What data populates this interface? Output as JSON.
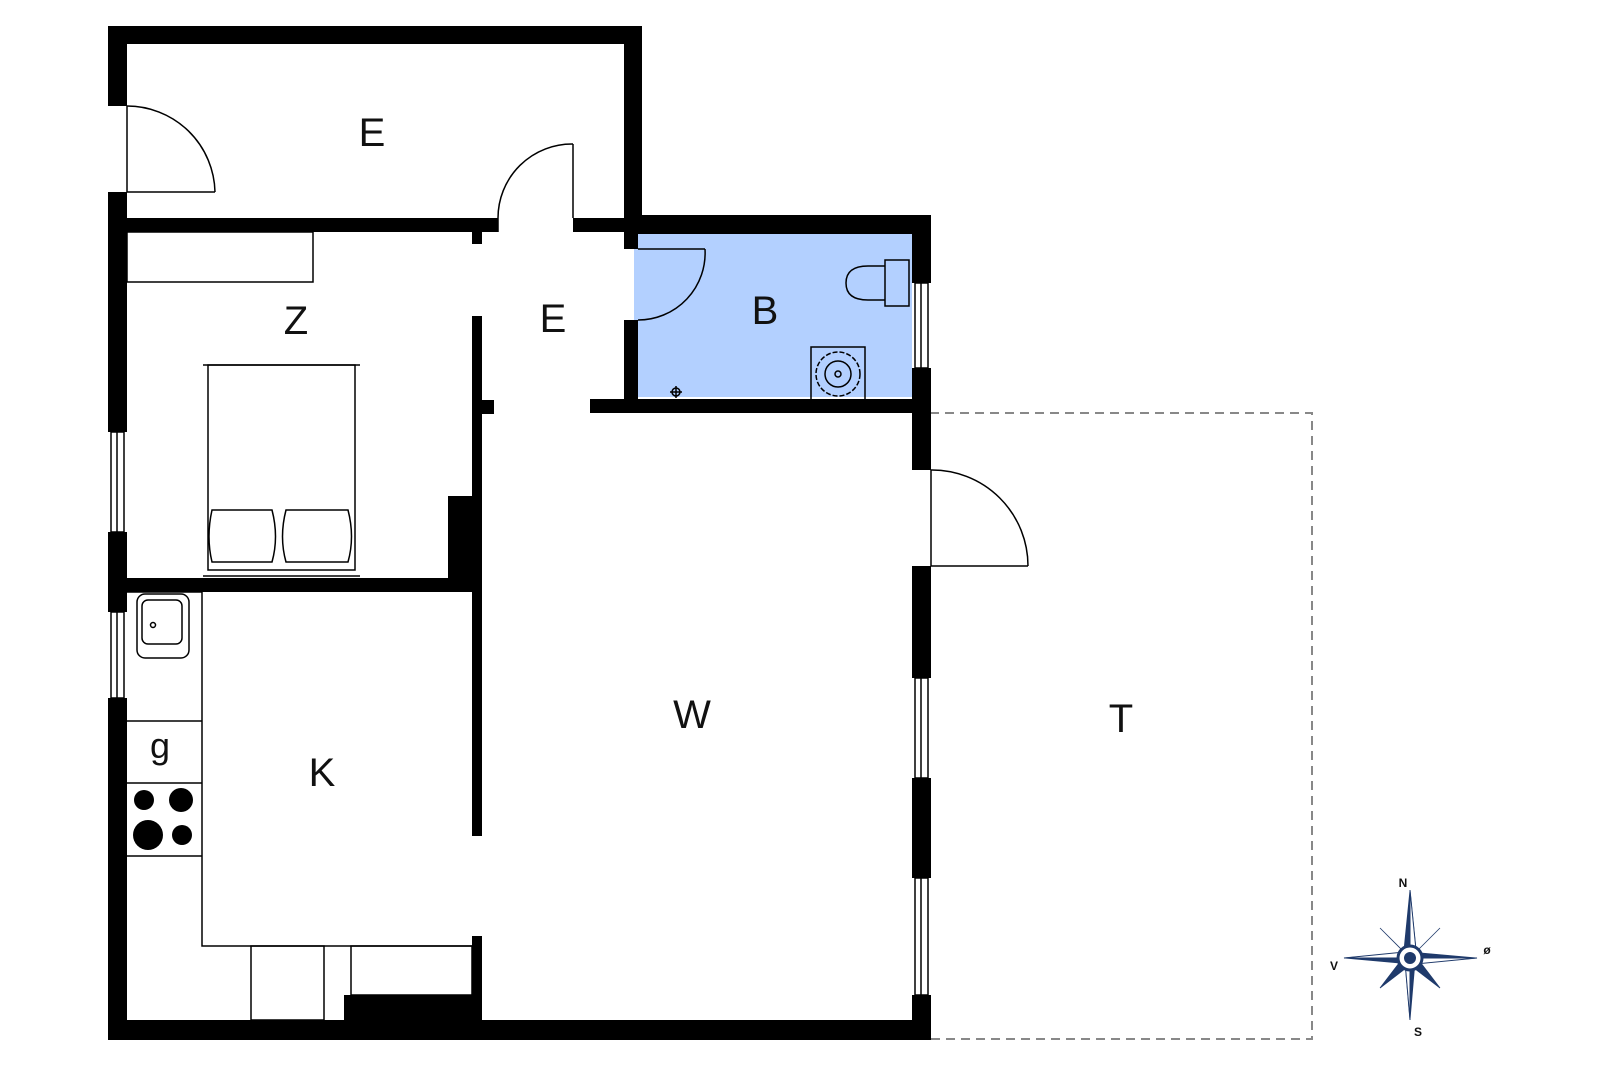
{
  "rooms": {
    "entrance_top": "E",
    "hall": "E",
    "bedroom": "Z",
    "bathroom": "B",
    "kitchen": "K",
    "living": "W",
    "terrace": "T"
  },
  "appliance": {
    "gas": "g"
  },
  "compass": {
    "north": "N",
    "east": "ø",
    "south": "S",
    "west": "V"
  },
  "colors": {
    "wall": "#000000",
    "bathroom_fill": "#b3d0ff",
    "terrace_outline": "#888888"
  },
  "icons": [
    "compass-rose-icon",
    "toilet-icon",
    "washbasin-icon",
    "sink-icon",
    "stove-icon",
    "bed-icon",
    "door-icon",
    "window-icon"
  ]
}
